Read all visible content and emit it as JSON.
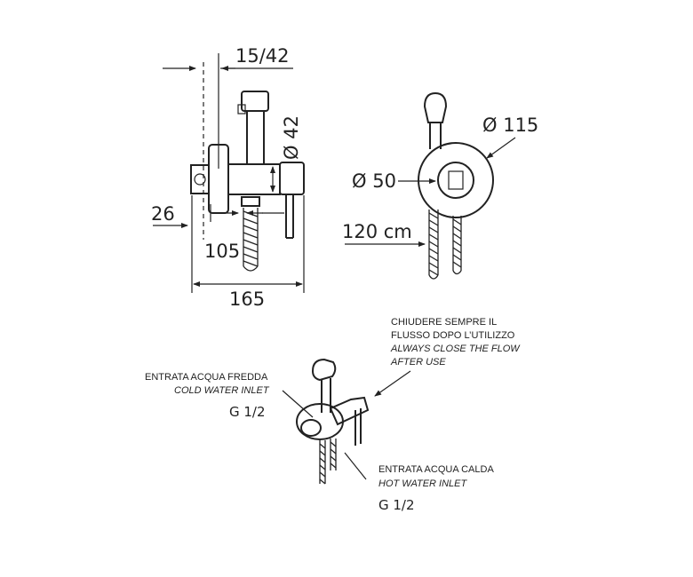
{
  "dimensions": {
    "d_15_42": "15/42",
    "d_phi42": "Ø 42",
    "d_26": "26",
    "d_105": "105",
    "d_165": "165",
    "d_phi115": "Ø 115",
    "d_phi50": "Ø 50",
    "d_120cm": "120 cm"
  },
  "notes": {
    "close_flow_it_1": "CHIUDERE SEMPRE IL",
    "close_flow_it_2": "FLUSSO DOPO L’UTILIZZO",
    "close_flow_en_1": "ALWAYS CLOSE THE FLOW",
    "close_flow_en_2": "AFTER USE",
    "cold_it": "ENTRATA ACQUA FREDDA",
    "cold_en": "COLD WATER INLET",
    "cold_thread": "G 1/2",
    "hot_it": "ENTRATA ACQUA CALDA",
    "hot_en": "HOT WATER INLET",
    "hot_thread": "G 1/2"
  }
}
